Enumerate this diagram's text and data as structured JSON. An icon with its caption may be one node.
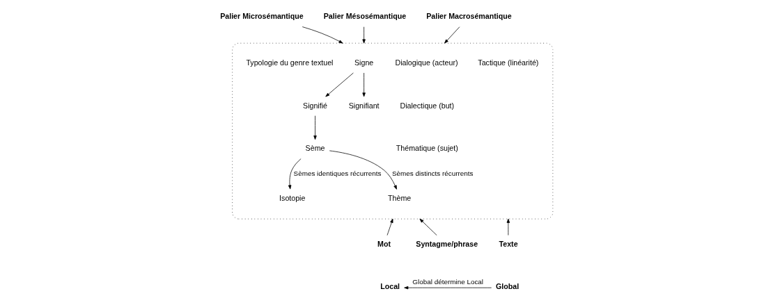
{
  "diagram": {
    "nodes": [
      {
        "text": [
          "Palier Microsémantique"
        ]
      },
      {
        "text": [
          "Palier Mésosémantique"
        ]
      },
      {
        "text": [
          "Palier Macrosémantique"
        ]
      },
      {
        "text": [],
        "shape": "box"
      },
      {
        "text": [
          "Signe"
        ],
        "in": 3
      },
      {
        "text": [
          "Signifié"
        ],
        "in": 3
      },
      {
        "text": [
          "Signifiant"
        ],
        "in": 3
      },
      {
        "text": [
          "Sème"
        ],
        "in": 3
      },
      {
        "text": [
          "Isotopie"
        ],
        "in": 3
      },
      {
        "text": [
          "Thème"
        ],
        "in": 3
      },
      {
        "text": [
          "Mot"
        ]
      },
      {
        "text": [
          "Syntagme/phrase"
        ]
      },
      {
        "text": [
          "Texte"
        ]
      },
      {
        "text": [
          "Local"
        ]
      },
      {
        "text": [
          "Global"
        ]
      }
    ],
    "edges": [
      {
        "from": 0,
        "to": 3,
        "arrow": "to"
      },
      {
        "from": 1,
        "to": 3,
        "arrow": "to"
      },
      {
        "from": 2,
        "to": 3,
        "arrow": "to"
      },
      {
        "from": 4,
        "to": 5,
        "arrow": "to"
      },
      {
        "from": 4,
        "to": 6,
        "arrow": "to"
      },
      {
        "from": 5,
        "to": 7,
        "arrow": "to"
      },
      {
        "from": 7,
        "to": 8,
        "label": "Sèmes identiques récurrents",
        "arrow": "to"
      },
      {
        "from": 7,
        "to": 9,
        "label": "Sèmes distincts récurrents",
        "arrow": "to"
      },
      {
        "from": 10,
        "to": 3,
        "arrow": "to"
      },
      {
        "from": 11,
        "to": 3,
        "arrow": "to"
      },
      {
        "from": 12,
        "to": 3,
        "arrow": "to"
      },
      {
        "from": 14,
        "to": 13,
        "label": "Global détermine Local",
        "arrow": "to"
      }
    ],
    "labels": [
      "Dialogique (acteur)",
      "Dialectique (but)",
      "Thématique (sujet)",
      "Tactique (linéarité)",
      "Typologie du genre textuel"
    ]
  }
}
